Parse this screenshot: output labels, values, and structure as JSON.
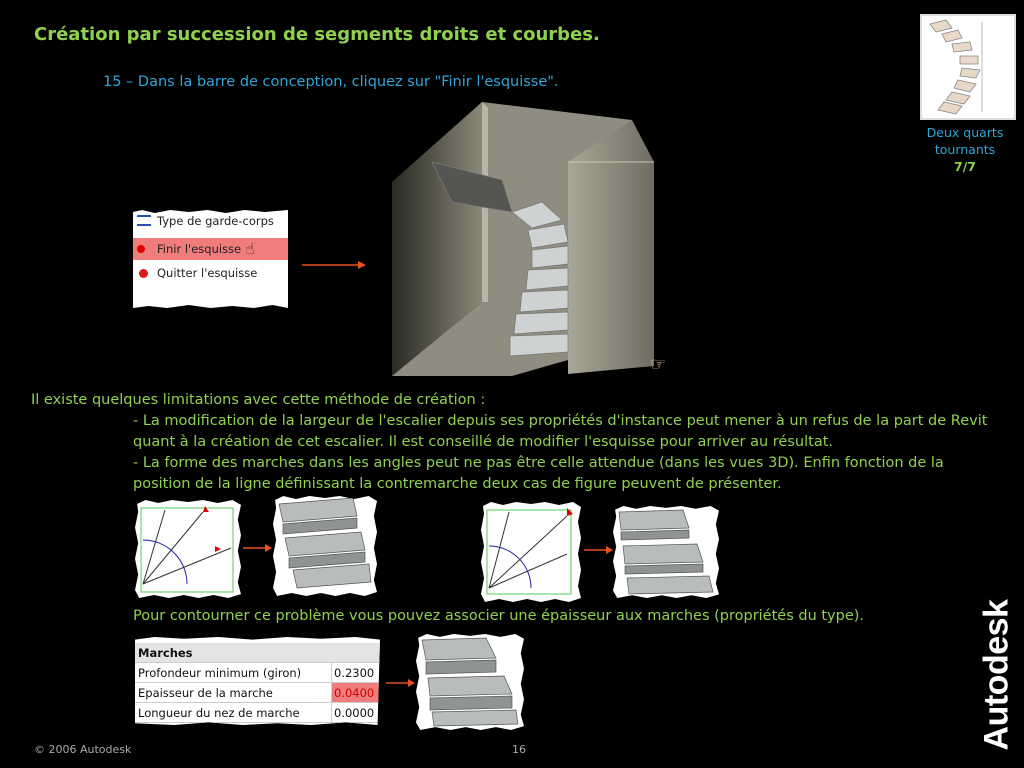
{
  "slide": {
    "title": "Création par succession de segments droits et courbes.",
    "step": "15 – Dans la barre de conception, cliquez sur \"Finir l'esquisse\".",
    "sidebar": {
      "line1": "Deux quarts",
      "line2": "tournants",
      "page_counter": "7/7"
    },
    "menu": {
      "item1": "Type de garde-corps",
      "item2": "Finir l'esquisse",
      "item3": "Quitter l'esquisse"
    },
    "limitations": {
      "intro": "Il existe quelques limitations avec cette méthode de création :",
      "point1": "- La modification de la largeur de l'escalier depuis ses propriétés d'instance peut mener à un refus de la part de Revit quant à la création de cet escalier. Il est conseillé de modifier l'esquisse pour arriver au résultat.",
      "point2": "- La forme des marches dans les angles peut ne pas être celle attendue (dans les vues 3D). Enfin fonction de la position de la ligne définissant la contremarche deux cas de figure peuvent de présenter."
    },
    "workaround": "Pour contourner ce problème vous pouvez associer une épaisseur aux marches (propriétés du type).",
    "table": {
      "header": "Marches",
      "rows": [
        {
          "label": "Profondeur minimum (giron)",
          "value": "0.2300"
        },
        {
          "label": "Epaisseur de la marche",
          "value": "0.0400"
        },
        {
          "label": "Longueur du nez de marche",
          "value": "0.0000"
        }
      ]
    },
    "footer": {
      "copyright": "© 2006 Autodesk",
      "page_number": "16"
    },
    "brand": "Autodesk",
    "colors": {
      "title": "#8fd14f",
      "step": "#2fa6d8",
      "arrow": "#e8501e",
      "highlight": "#f07c7c"
    }
  }
}
